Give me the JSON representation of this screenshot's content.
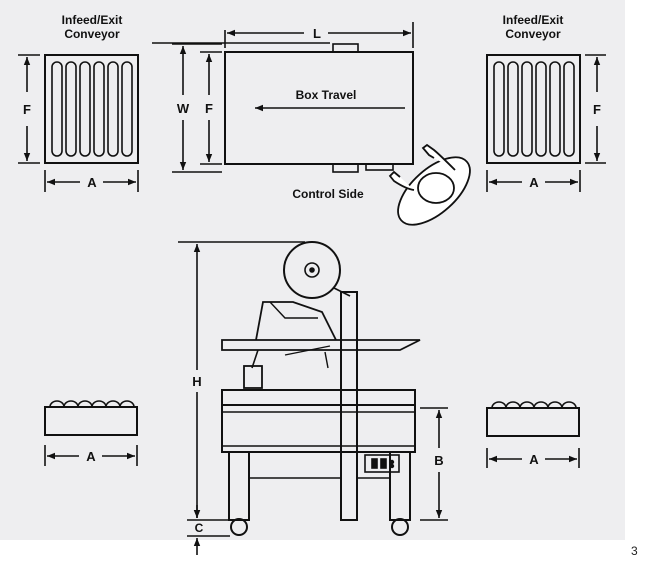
{
  "labels": {
    "conveyor_left_line1": "Infeed/Exit",
    "conveyor_left_line2": "Conveyor",
    "conveyor_right_line1": "Infeed/Exit",
    "conveyor_right_line2": "Conveyor",
    "dim_L": "L",
    "dim_W": "W",
    "dim_F_left": "F",
    "dim_F_center": "F",
    "dim_F_right": "F",
    "dim_A_top_left": "A",
    "dim_A_top_right": "A",
    "dim_A_bottom_left": "A",
    "dim_A_bottom_right": "A",
    "dim_H": "H",
    "dim_B": "B",
    "dim_C": "C",
    "box_travel": "Box Travel",
    "control_side": "Control Side"
  },
  "page_number": "3",
  "colors": {
    "panel_background": "#eeeef0",
    "line": "#111111"
  }
}
